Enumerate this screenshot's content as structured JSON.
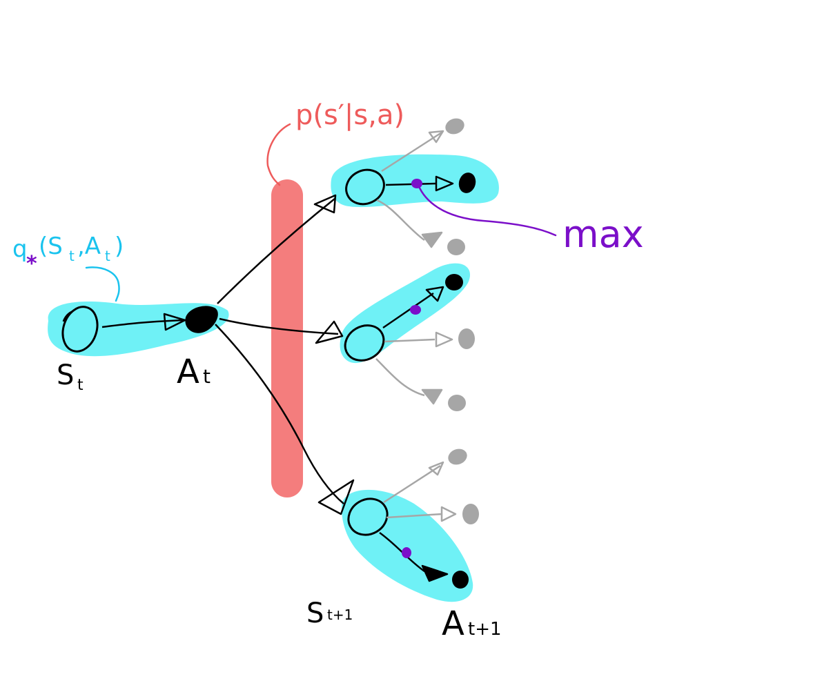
{
  "labels": {
    "q_label_q": "q",
    "q_label_star": "*",
    "q_label_args": "(S",
    "q_label_sub_t1": "t",
    "q_label_mid": ",A",
    "q_label_sub_t2": "t",
    "q_label_close": ")",
    "transition_label": "p(s′|s,a)",
    "max_label": "max",
    "s_t": "S",
    "s_t_sub": "t",
    "a_t": "A",
    "a_t_sub": "t",
    "s_t1": "S",
    "s_t1_sub": "t+1",
    "a_t1": "A",
    "a_t1_sub": "t+1"
  },
  "colors": {
    "highlight": "#6FF1F6",
    "transition": "#F47D7D",
    "transition_text": "#EE5B5B",
    "q_text": "#1AC3EE",
    "max": "#7B0FC9",
    "ink": "#000000",
    "gray": "#A6A6A6",
    "background": "#FFFFFF"
  }
}
